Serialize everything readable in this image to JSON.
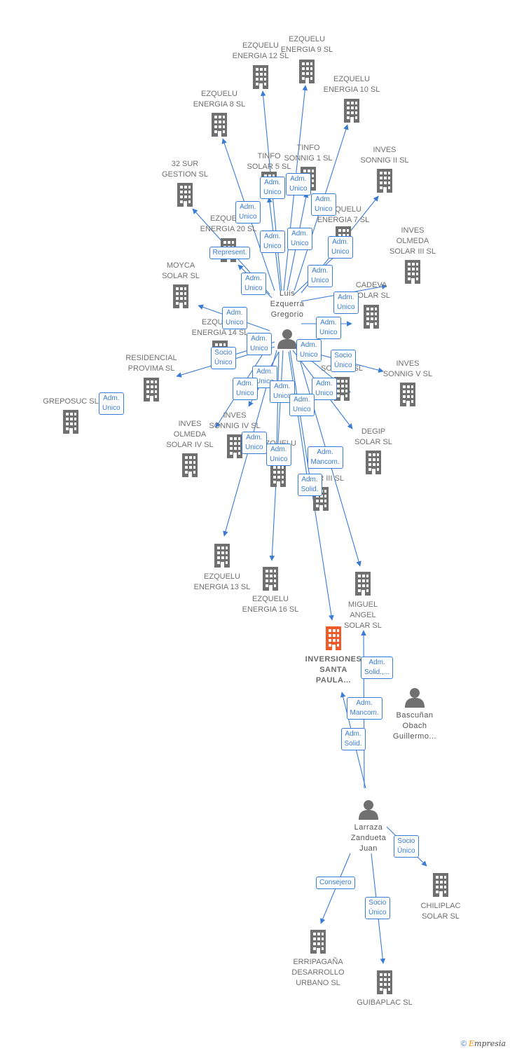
{
  "colors": {
    "edge": "#3a7bd5",
    "building": "#707070",
    "highlight": "#f05a28",
    "person": "#707070"
  },
  "icons": {
    "company": "building-icon",
    "person": "person-icon"
  },
  "companies": [
    {
      "id": "ez12",
      "label": "EZQUELU\nENERGIA 12 SL"
    },
    {
      "id": "ez9",
      "label": "EZQUELU\nENERGIA 9 SL"
    },
    {
      "id": "ez10",
      "label": "EZQUELU\nENERGIA 10 SL"
    },
    {
      "id": "ez8",
      "label": "EZQUELU\nENERGIA 8 SL"
    },
    {
      "id": "tinfo5",
      "label": "TINFO\nSOLAR 5 SL"
    },
    {
      "id": "tinfo1",
      "label": "TINFO\nSONNIG 1 SL"
    },
    {
      "id": "invesII",
      "label": "INVES\nSONNIG II SL"
    },
    {
      "id": "sur32",
      "label": "32 SUR\nGESTION SL"
    },
    {
      "id": "ez20",
      "label": "EZQUELU\nENERGIA 20 SL"
    },
    {
      "id": "ez7",
      "label": "EZQUELU\nENERGIA 7 SL"
    },
    {
      "id": "olmIII",
      "label": "INVES\nOLMEDA\nSOLAR III SL"
    },
    {
      "id": "moyca",
      "label": "MOYCA\nSOLAR SL"
    },
    {
      "id": "cadeva",
      "label": "CADEVA\nSOLAR SL"
    },
    {
      "id": "ez14",
      "label": "EZQUELU\nENERGIA 14 SL"
    },
    {
      "id": "residencial",
      "label": "RESIDENCIAL\nPROVIMA SL"
    },
    {
      "id": "sonnigX",
      "label": "INVES\nSONNIG SL"
    },
    {
      "id": "invesV",
      "label": "INVES\nSONNIG V SL"
    },
    {
      "id": "greposuc",
      "label": "GREPOSUC SL"
    },
    {
      "id": "invesIV",
      "label": "INVES\nSONNIG IV SL"
    },
    {
      "id": "olmIV",
      "label": "INVES\nOLMEDA\nSOLAR IV SL"
    },
    {
      "id": "ezX",
      "label": "EZQUELU\nSL"
    },
    {
      "id": "degip",
      "label": "DEGIP\nSOLAR SL"
    },
    {
      "id": "solarIII",
      "label": "SOLAR III SL"
    },
    {
      "id": "ez13",
      "label": "EZQUELU\nENERGIA 13 SL"
    },
    {
      "id": "ez16",
      "label": "EZQUELU\nENERGIA 16 SL"
    },
    {
      "id": "miguel",
      "label": "MIGUEL\nANGEL\nSOLAR SL"
    },
    {
      "id": "inversiones",
      "label": "INVERSIONES\nSANTA\nPAULA...",
      "highlight": true
    },
    {
      "id": "chiliplac",
      "label": "CHILIPLAC\nSOLAR SL"
    },
    {
      "id": "erripagana",
      "label": "ERRIPAGAÑA\nDESARROLLO\nURBANO SL"
    },
    {
      "id": "guibaplac",
      "label": "GUIBAPLAC SL"
    }
  ],
  "people": [
    {
      "id": "luis",
      "label": "Luis\nEzquerra\nGregorio"
    },
    {
      "id": "bascunan",
      "label": "Bascuñan\nObach\nGuillermo..."
    },
    {
      "id": "larraza",
      "label": "Larraza\nZandueta\nJuan"
    }
  ],
  "edge_labels": [
    "Adm.\nUnico",
    "Adm.\nUnico",
    "Adm.\nUnico",
    "Adm.\nUnico",
    "Represent.",
    "Adm.\nUnico",
    "Adm.\nUnico",
    "Adm.\nUnico",
    "Adm.\nUnico",
    "Adm.\nUnico",
    "Adm.\nUnico",
    "Adm.\nUnico",
    "Adm.\nUnico",
    "Adm.\nUnico",
    "Socio\nÚnico",
    "Adm.\nUnico",
    "Socio\nÚnico",
    "Adm.\nUnico",
    "Adm.\nUnico",
    "Adm.\nUnico",
    "Adm.\nUnico",
    "Adm.\nUnico",
    "Adm.\nUnico",
    "Adm.\nUnico",
    "Adm.\nUnico",
    "Adm.\nMancom.",
    "Adm.\nSolid.",
    "Adm.\nSolid.,...",
    "Adm.\nMancom.",
    "Adm.\nSolid.",
    "Socio\nÚnico",
    "Consejero",
    "Socio\nÚnico"
  ],
  "footer": {
    "copyright": "©",
    "brand_first": "E",
    "brand_rest": "mpresia"
  }
}
